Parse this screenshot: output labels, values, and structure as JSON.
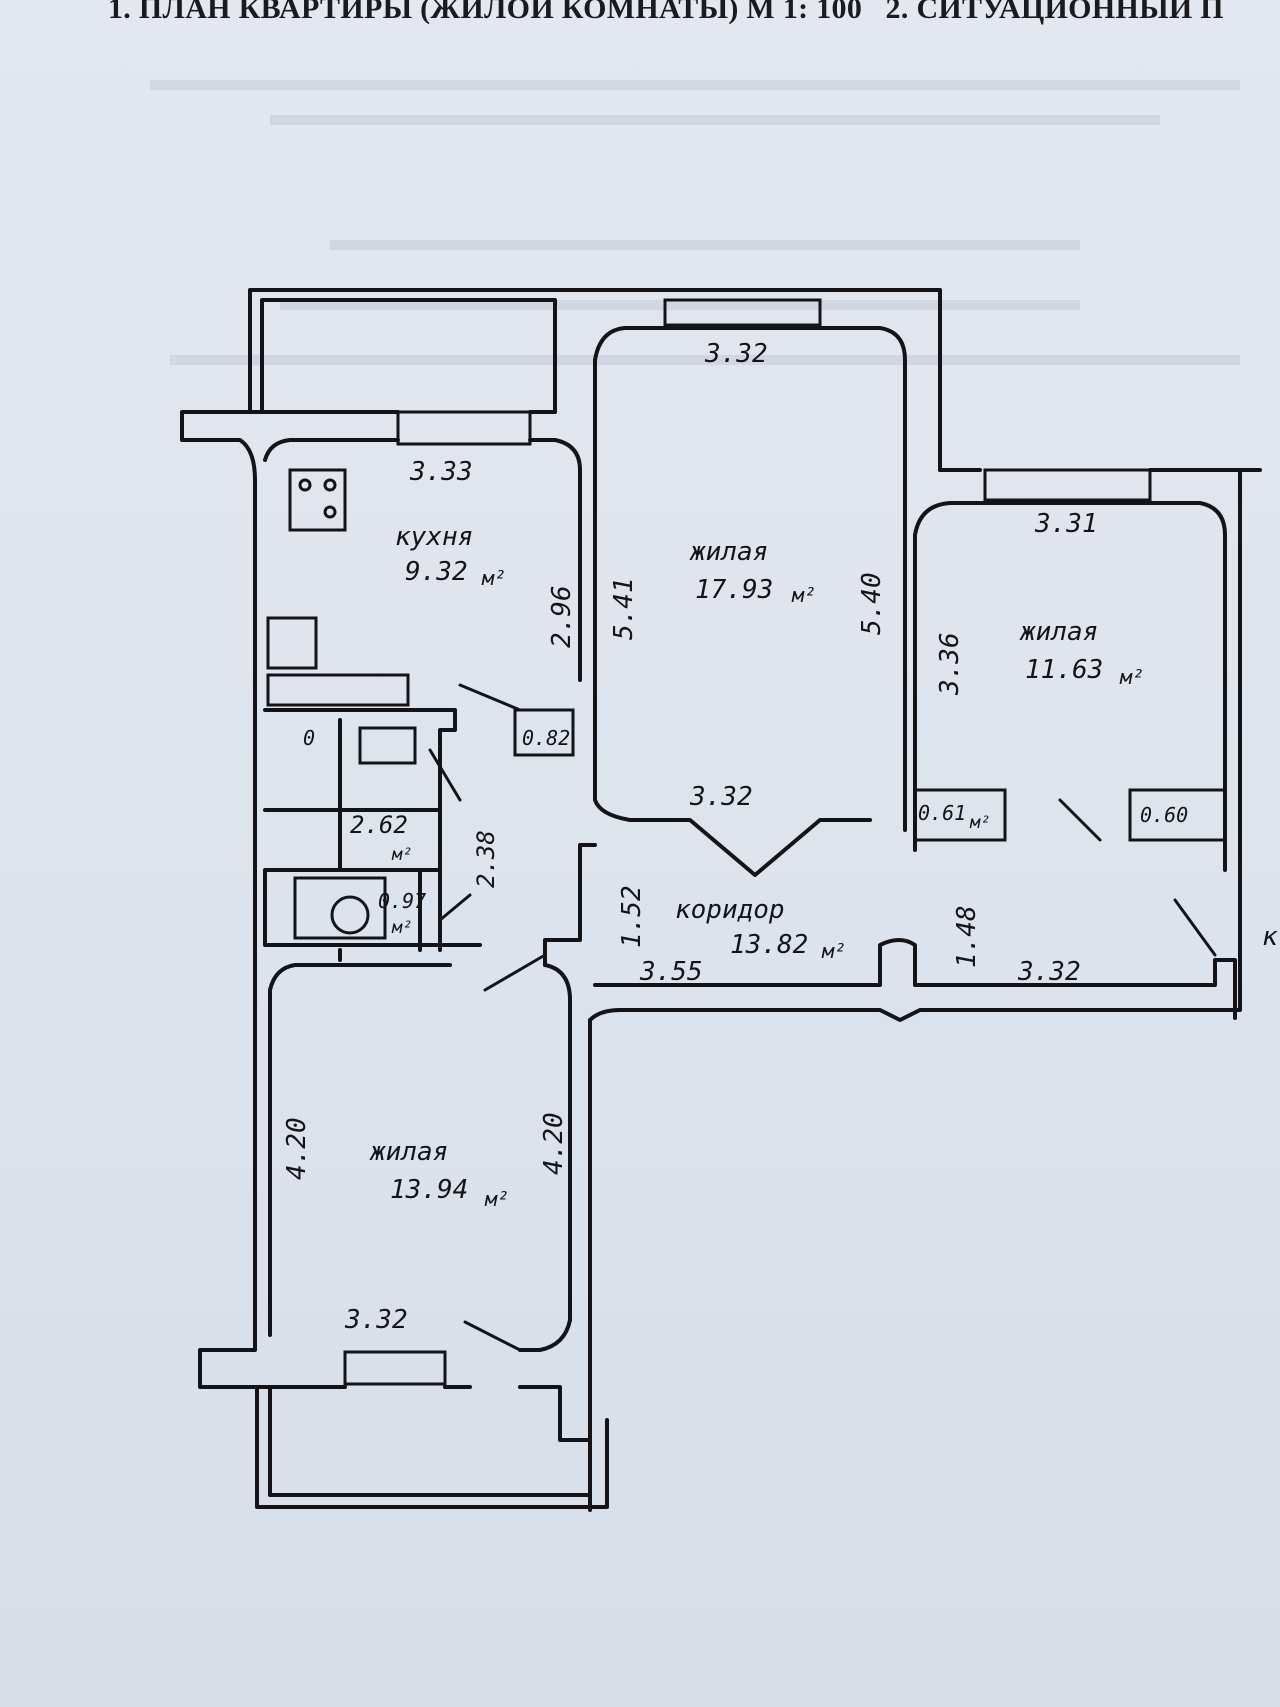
{
  "header": {
    "title": "1. ПЛАН КВАРТИРЫ (ЖИЛОЙ КОМНАТЫ) М 1: 100",
    "subtitle": "2. СИТУАЦИОННЫЙ П"
  },
  "rooms": {
    "kitchen": {
      "name": "кухня",
      "area": "9.32",
      "unit": "м²",
      "width": "3.33",
      "depth": "2.96"
    },
    "living_center": {
      "name": "жилая",
      "area": "17.93",
      "unit": "м²",
      "top": "3.32",
      "bottom": "3.32",
      "left": "5.41",
      "right": "5.40"
    },
    "living_right": {
      "name": "жилая",
      "area": "11.63",
      "unit": "м²",
      "top": "3.31",
      "left": "3.36"
    },
    "living_bottom": {
      "name": "жилая",
      "area": "13.94",
      "unit": "м²",
      "left": "4.20",
      "right": "4.20",
      "bottom": "3.32"
    },
    "corridor": {
      "name": "коридор",
      "area": "13.82",
      "unit": "м²",
      "left_dim": "1.52",
      "right_dim": "1.48",
      "bottom_left": "3.55",
      "bottom_right": "3.32"
    },
    "bathroom": {
      "area": "2.62",
      "unit": "м²",
      "height": "2.38"
    },
    "toilet": {
      "area": "0.97",
      "unit": "м²"
    },
    "closet_kitchen": {
      "area": "0.82"
    },
    "closet_mid": {
      "area": "0.61",
      "unit": "м²"
    },
    "closet_right": {
      "area": "0.60"
    }
  },
  "edge_letter": "к",
  "stove_mark": "0"
}
